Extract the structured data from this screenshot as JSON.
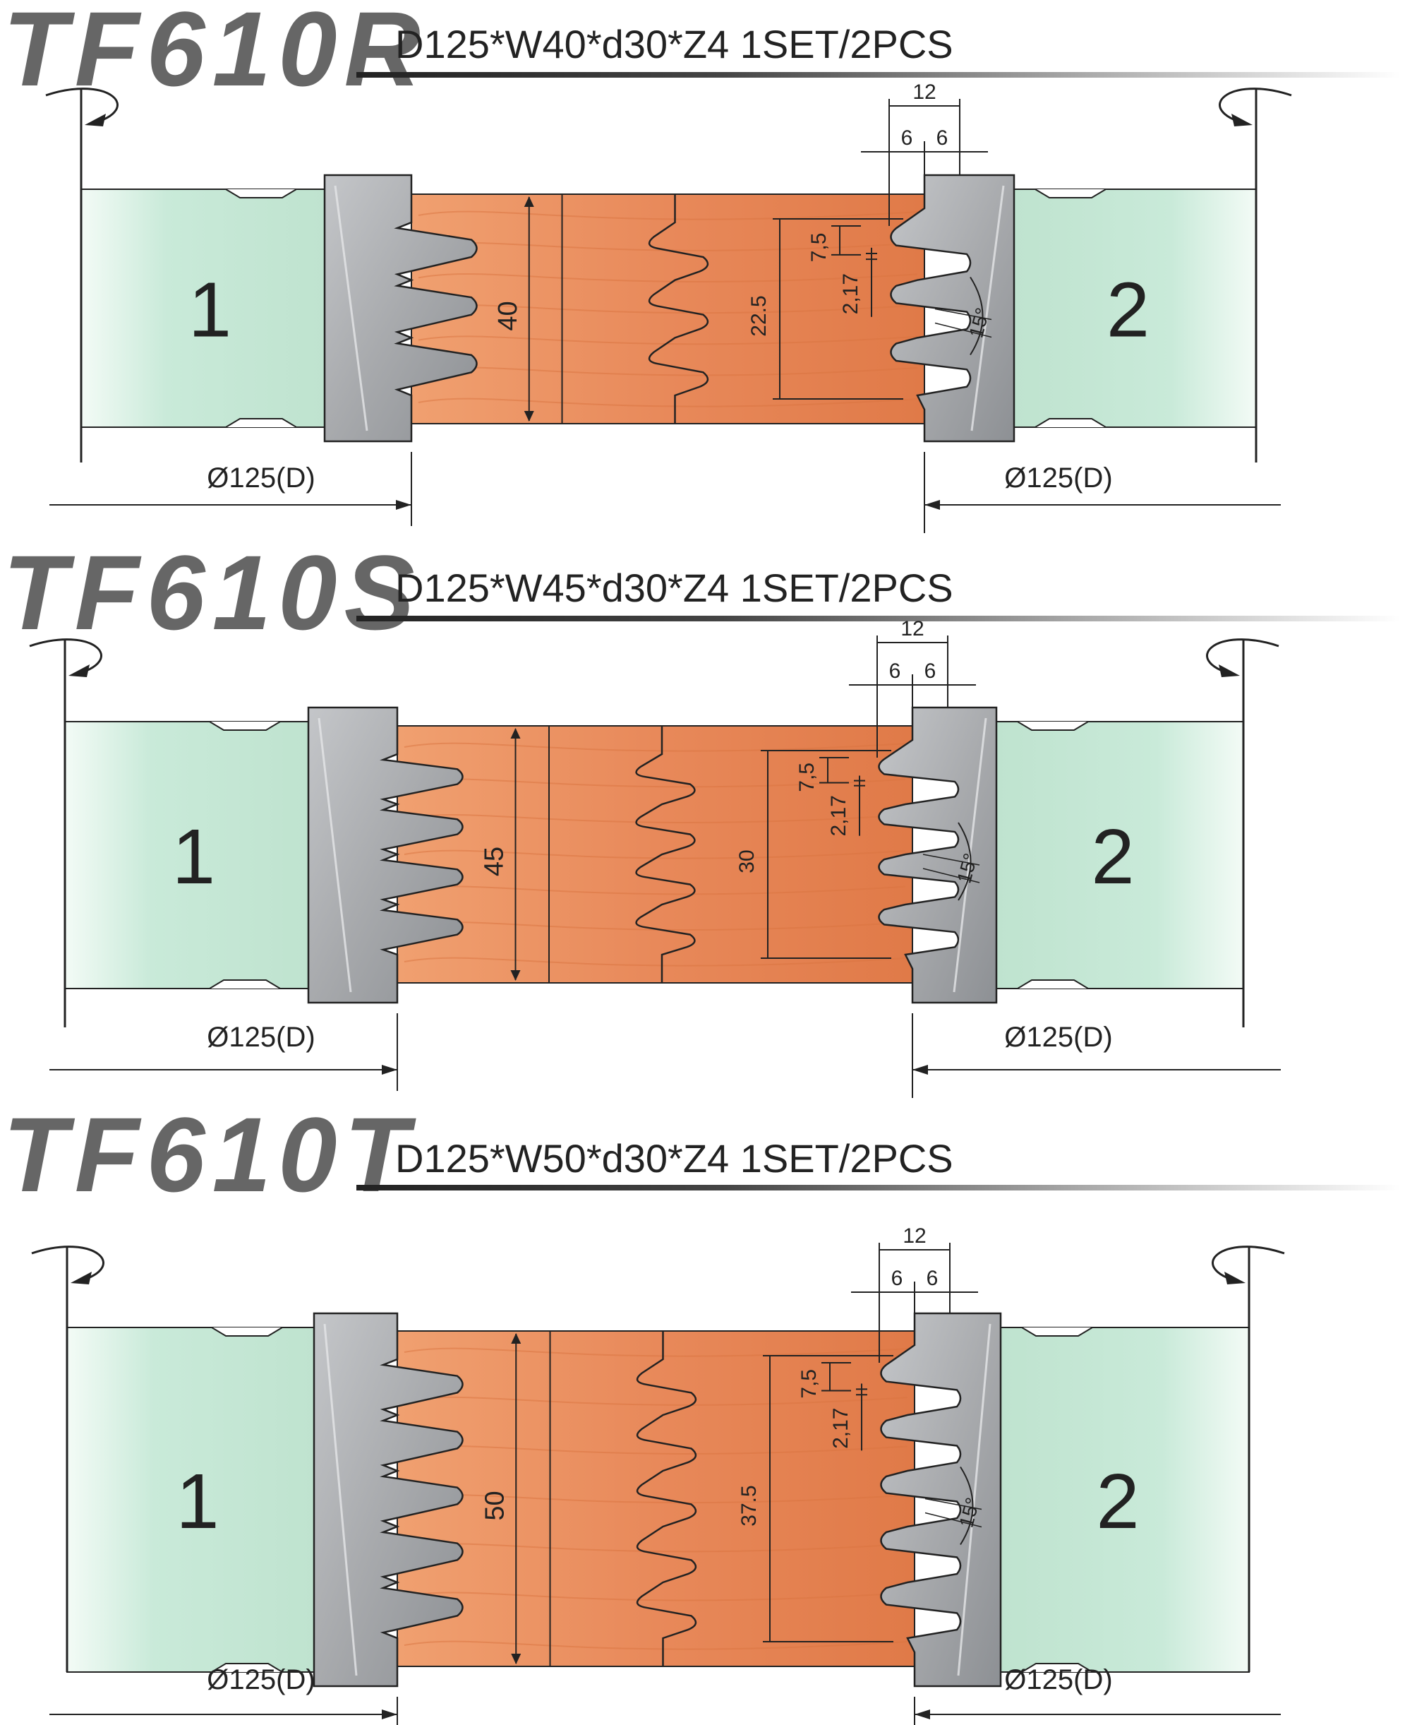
{
  "colors": {
    "hub_green": "#c9ead9",
    "wood": "#e8895a",
    "steel": "#a8aaad",
    "title_gray": "#666666"
  },
  "sections": [
    {
      "model": "TF610R",
      "spec": "D125*W40*d30*Z4  1SET/2PCS",
      "left_label": "1",
      "right_label": "2",
      "diameter_left": "Ø125(D)",
      "diameter_right": "Ø125(D)",
      "width_dim": "40",
      "finger_span_dim": "22.5",
      "pitch_dim": "7,5",
      "gap_dim": "2,17",
      "angle_dim": "15°",
      "top_total": "12",
      "top_half_a": "6",
      "top_half_b": "6",
      "fingers": 3
    },
    {
      "model": "TF610S",
      "spec": "D125*W45*d30*Z4  1SET/2PCS",
      "left_label": "1",
      "right_label": "2",
      "diameter_left": "Ø125(D)",
      "diameter_right": "Ø125(D)",
      "width_dim": "45",
      "finger_span_dim": "30",
      "pitch_dim": "7,5",
      "gap_dim": "2,17",
      "angle_dim": "15°",
      "top_total": "12",
      "top_half_a": "6",
      "top_half_b": "6",
      "fingers": 4
    },
    {
      "model": "TF610T",
      "spec": "D125*W50*d30*Z4  1SET/2PCS",
      "left_label": "1",
      "right_label": "2",
      "diameter_left": "Ø125(D)",
      "diameter_right": "Ø125(D)",
      "width_dim": "50",
      "finger_span_dim": "37.5",
      "pitch_dim": "7,5",
      "gap_dim": "2,17",
      "angle_dim": "15°",
      "top_total": "12",
      "top_half_a": "6",
      "top_half_b": "6",
      "fingers": 5
    }
  ]
}
